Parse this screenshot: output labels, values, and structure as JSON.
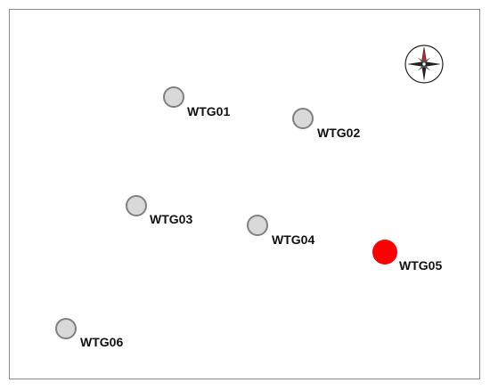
{
  "colors": {
    "turbine_fill": "#d9d9d9",
    "turbine_stroke": "#808080",
    "selected_fill": "#ff0000",
    "label": "#111111",
    "frame": "#8a8a8a",
    "compass_north": "#c62828",
    "compass_other": "#222222"
  },
  "compass": {
    "icon": "compass-rose-icon"
  },
  "turbines": [
    {
      "id": "WTG01",
      "label": "WTG01",
      "selected": false
    },
    {
      "id": "WTG02",
      "label": "WTG02",
      "selected": false
    },
    {
      "id": "WTG03",
      "label": "WTG03",
      "selected": false
    },
    {
      "id": "WTG04",
      "label": "WTG04",
      "selected": false
    },
    {
      "id": "WTG05",
      "label": "WTG05",
      "selected": true
    },
    {
      "id": "WTG06",
      "label": "WTG06",
      "selected": false
    }
  ]
}
